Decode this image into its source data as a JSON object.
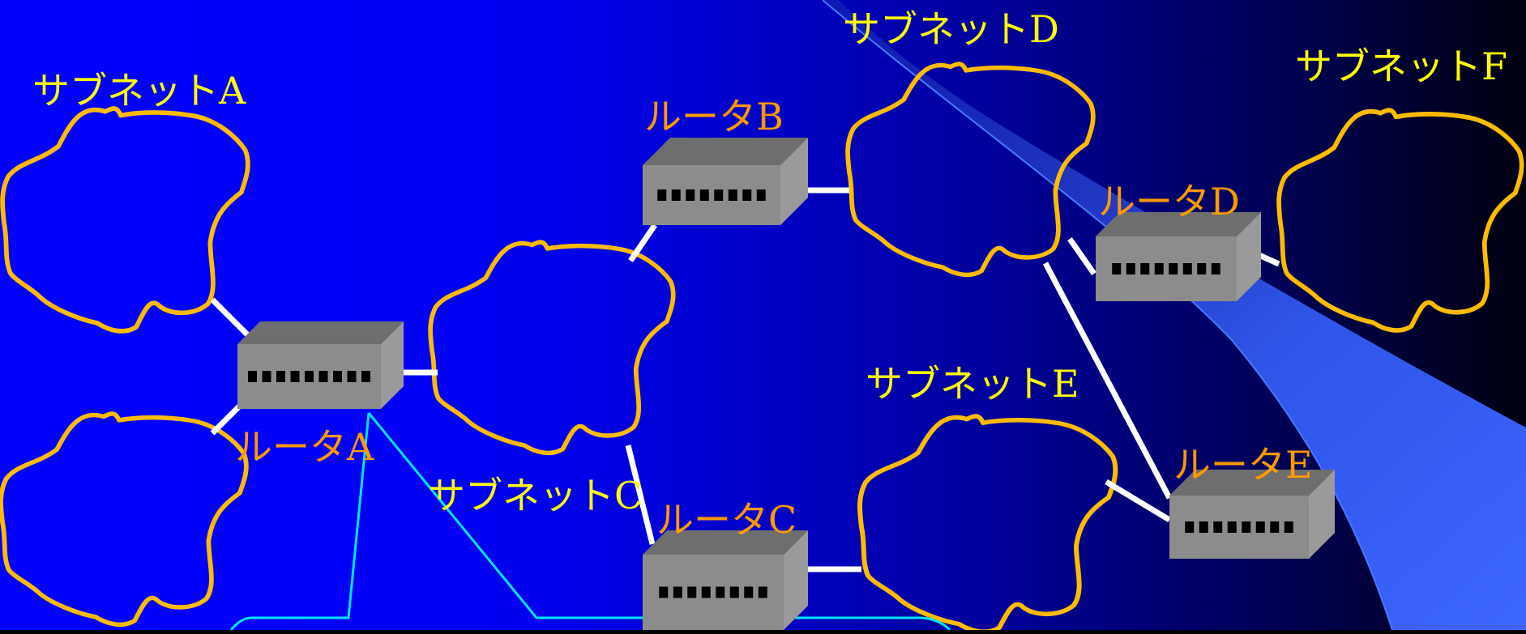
{
  "colors": {
    "background_left": "#0000ff",
    "background_right": "#000010",
    "subnet_label": "#ffff00",
    "router_label": "#ff9900",
    "cloud_outline": "#ffbb00",
    "link": "#ffffff",
    "callout": "#00e5ff",
    "beam": "#3366ff"
  },
  "subnets": [
    {
      "id": "A",
      "label": "サブネットA"
    },
    {
      "id": "C",
      "label": "サブネットC"
    },
    {
      "id": "D",
      "label": "サブネットD"
    },
    {
      "id": "E",
      "label": "サブネットE"
    },
    {
      "id": "F",
      "label": "サブネットF"
    },
    {
      "id": "unlabeled",
      "label": ""
    }
  ],
  "routers": [
    {
      "id": "A",
      "label": "ルータA",
      "ports": 9
    },
    {
      "id": "B",
      "label": "ルータB",
      "ports": 8
    },
    {
      "id": "C",
      "label": "ルータC",
      "ports": 8
    },
    {
      "id": "D",
      "label": "ルータD",
      "ports": 8
    },
    {
      "id": "E",
      "label": "ルータE",
      "ports": 8
    }
  ],
  "connections": [
    [
      "subnet-A",
      "router-A"
    ],
    [
      "subnet-unlabeled",
      "router-A"
    ],
    [
      "router-A",
      "subnet-C"
    ],
    [
      "subnet-C",
      "router-B"
    ],
    [
      "router-B",
      "subnet-D"
    ],
    [
      "subnet-C",
      "router-C"
    ],
    [
      "router-C",
      "subnet-E"
    ],
    [
      "subnet-D",
      "router-D"
    ],
    [
      "router-D",
      "subnet-F"
    ],
    [
      "subnet-D",
      "router-E"
    ],
    [
      "subnet-E",
      "router-E"
    ]
  ]
}
